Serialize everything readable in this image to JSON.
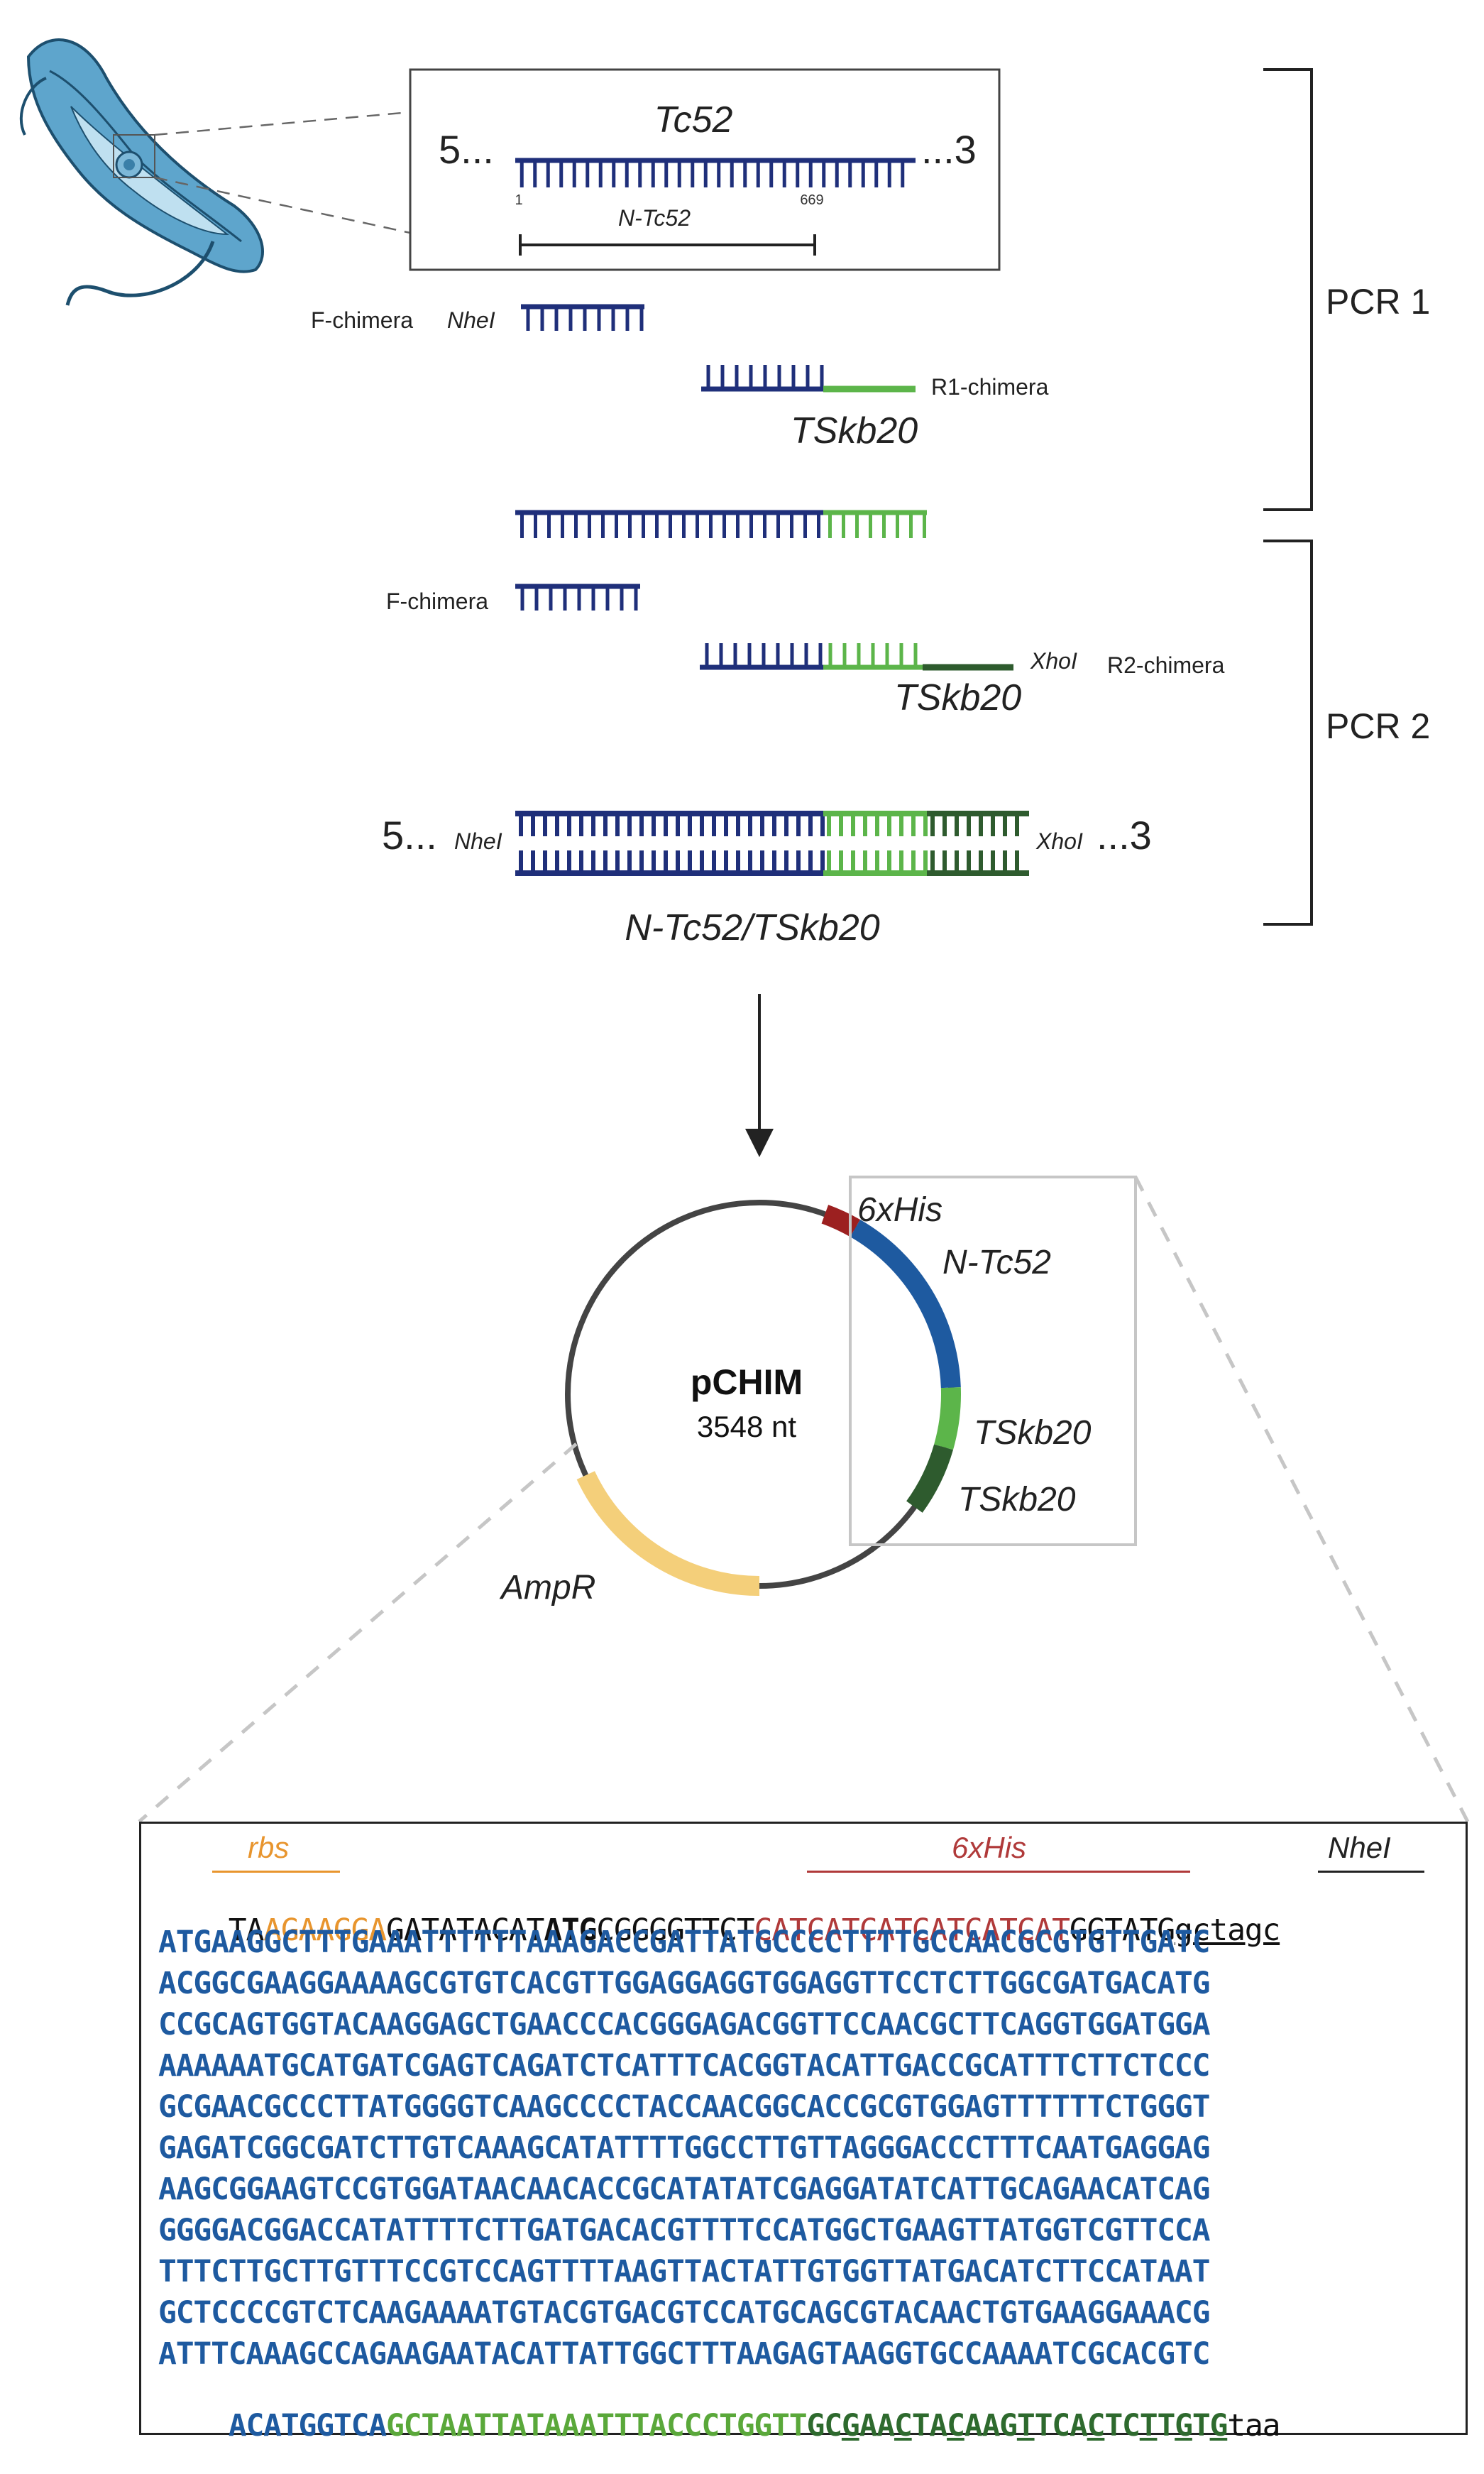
{
  "colors": {
    "navy": "#1f2f7a",
    "green": "#5cb54a",
    "darkgreen": "#2e5b2e",
    "blue_seq": "#1e5aa0",
    "green_seq": "#5aa83a",
    "darkgreen_seq": "#2e6a2e",
    "red": "#b03a3a",
    "orange": "#e8952e",
    "amp": "#f4cf7a",
    "his": "#9c2020",
    "tc52_arc": "#1e5aa0"
  },
  "top": {
    "five": "5...",
    "three": "...3",
    "tc52": "Tc52",
    "tick_start": "1",
    "tick_end": "669",
    "ntc52": "N-Tc52"
  },
  "pcr1": {
    "label": "PCR 1",
    "f_chimera": "F-chimera",
    "nhei": "NheI",
    "r1_chimera": "R1-chimera",
    "tskb20": "TSkb20"
  },
  "pcr2": {
    "label": "PCR 2",
    "f_chimera": "F-chimera",
    "xhoi": "XhoI",
    "r2_chimera": "R2-chimera",
    "tskb20": "TSkb20"
  },
  "product": {
    "five": "5...",
    "nhei": "NheI",
    "xhoi": "XhoI",
    "three": "...3",
    "name": "N-Tc52/TSkb20"
  },
  "plasmid": {
    "name": "pCHIM",
    "size": "3548 nt",
    "his": "6xHis",
    "ntc52": "N-Tc52",
    "tskb20_a": "TSkb20",
    "tskb20_b": "TSkb20",
    "ampr": "AmpR"
  },
  "sequence": {
    "label_rbs": "rbs",
    "label_his": "6xHis",
    "label_nhei": "NheI",
    "line0": {
      "a": "TA",
      "rbs": "AGAAGGA",
      "b": "GATATACAT",
      "atg": "ATG",
      "c": "CGGGGTTCT",
      "his": "CATCATCATCATCATCAT",
      "d": "GGTATG",
      "site": "gctagc"
    },
    "lines": [
      "ATGAAGGCTTTGAAATTTTTTAAAGACCGATTATGCCCCTTTTGCCAACGCGTGTTGATC",
      "ACGGCGAAGGAAAAGCGTGTCACGTTGGAGGAGGTGGAGGTTCCTCTTGGCGATGACATG",
      "CCGCAGTGGTACAAGGAGCTGAACCCACGGGAGACGGTTCCAACGCTTCAGGTGGATGGA",
      "AAAAAATGCATGATCGAGTCAGATCTCATTTCACGGTACATTGACCGCATTTCTTCTCCC",
      "GCGAACGCCCTTATGGGGTCAAGCCCCTACCAACGGCACCGCGTGGAGTTTTTTCTGGGT",
      "GAGATCGGCGATCTTGTCAAAGCATATTTTGGCCTTGTTAGGGACCCTTTCAATGAGGAG",
      "AAGCGGAAGTCCGTGGATAACAACACCGCATATATCGAGGATATCATTGCAGAACATCAG",
      "GGGGACGGACCATATTTTCTTGATGACACGTTTTCCATGGCTGAAGTTATGGTCGTTCCA",
      "TTTCTTGCTTGTTTCCGTCCAGTTTTAAGTTACTATTGTGGTTATGACATCTTCCATAAT",
      "GCTCCCCGTCTCAAGAAAATGTACGTGACGTCCATGCAGCGTACAACTGTGAAGGAAACG",
      "ATTTCAAAGCCAGAAGAATACATTATTGGCTTTAAGAGTAAGGTGCCAAAATCGCACGTC"
    ],
    "last": {
      "blue": "ACATGGTCA",
      "green": "GCTAATTATAAATTTACCCTGGTT",
      "dg": [
        "GC",
        "G",
        "AA",
        "C",
        "TA",
        "C",
        "AAG",
        "T",
        "TCA",
        "C",
        "TC",
        "T",
        "T",
        "G",
        "T",
        "G"
      ],
      "stop": "taa"
    }
  }
}
